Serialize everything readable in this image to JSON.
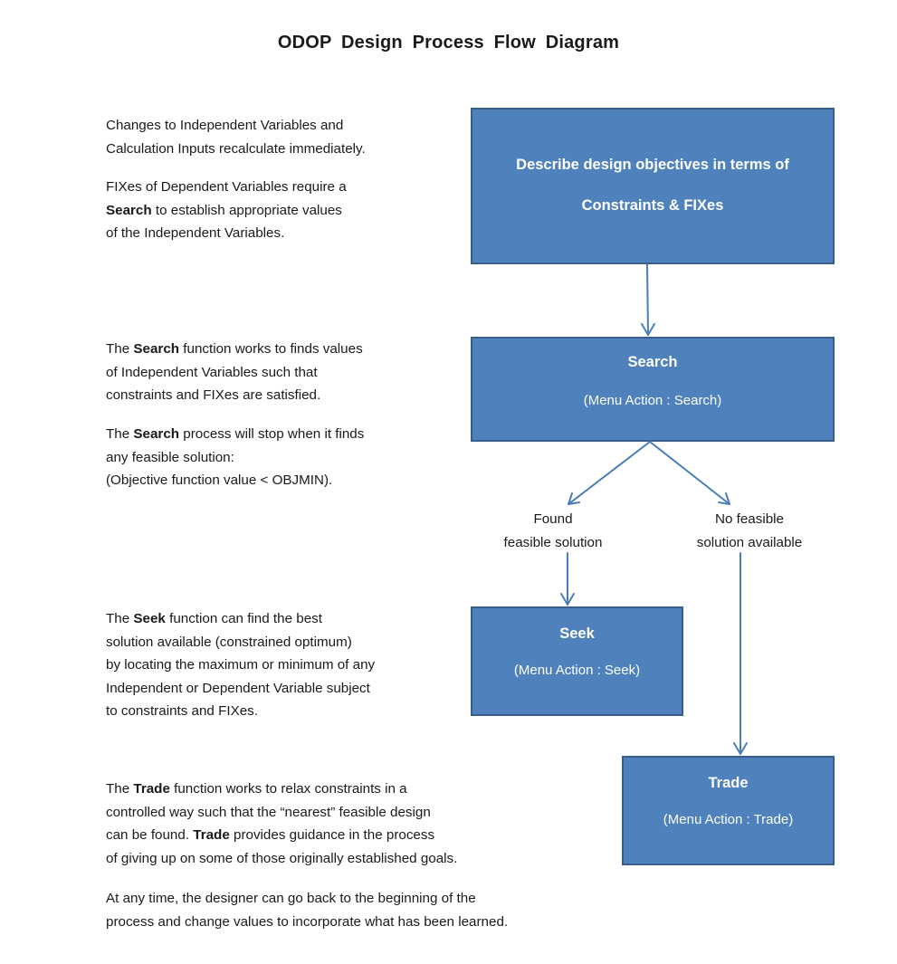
{
  "title": "ODOP  Design  Process  Flow  Diagram",
  "notes": {
    "recalc": {
      "line1": "Changes to Independent Variables and",
      "line2": "Calculation Inputs recalculate immediately."
    },
    "fix": {
      "line1": "FIXes of Dependent Variables require a",
      "line2_bold": "Search",
      "line2_rest": " to establish appropriate values",
      "line3": "of the Independent Variables."
    },
    "search_func": {
      "line1_pre": "The ",
      "line1_bold": "Search",
      "line1_rest": " function works to finds values",
      "line2": "of Independent Variables such that",
      "line3": "constraints and FIXes are satisfied."
    },
    "search_stop": {
      "line1_pre": "The ",
      "line1_bold": "Search",
      "line1_rest": " process will stop when it finds",
      "line2": "any feasible solution:",
      "line3": "(Objective function value < OBJMIN)."
    },
    "seek_func": {
      "line1_pre": "The ",
      "line1_bold": "Seek",
      "line1_rest": " function can find the best",
      "line2": "solution available (constrained optimum)",
      "line3": "by  locating the maximum or minimum of any",
      "line4": "Independent or Dependent Variable subject",
      "line5": "to constraints and FIXes."
    },
    "trade_func": {
      "line1_pre": "The ",
      "line1_bold": "Trade",
      "line1_rest": " function works to relax constraints in a",
      "line2": "controlled way such that the “nearest” feasible design",
      "line3_pre": "can be found.  ",
      "line3_bold": "Trade",
      "line3_rest": " provides guidance in the process",
      "line4": "of giving up on some of those originally established goals."
    },
    "anytime": {
      "line1": "At any time, the designer can go back to the beginning of the",
      "line2": "process and change values to incorporate what has been learned."
    }
  },
  "boxes": {
    "objectives": {
      "line1": "Describe design objectives in terms of",
      "line2": "Constraints & FIXes"
    },
    "search": {
      "title": "Search",
      "subtitle": "(Menu  Action : Search)"
    },
    "seek": {
      "title": "Seek",
      "subtitle": "(Menu   Action : Seek)"
    },
    "trade": {
      "title": "Trade",
      "subtitle": "(Menu   Action : Trade)"
    }
  },
  "branch_labels": {
    "found": {
      "line1": "Found",
      "line2": "feasible solution"
    },
    "not_found": {
      "line1": "No feasible",
      "line2": "solution available"
    }
  },
  "colors": {
    "box_fill": "#4f81bd",
    "box_border": "#385d8a",
    "arrow": "#4a7ebb",
    "box_text": "#ffffff"
  }
}
